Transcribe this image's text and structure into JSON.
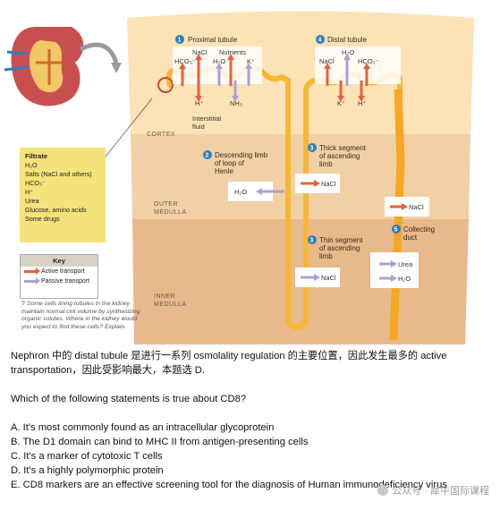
{
  "diagram": {
    "regions": {
      "cortex": "CORTEX",
      "outer": "OUTER\nMEDULLA",
      "inner": "INNER\nMEDULLA"
    },
    "section1": {
      "num": "1",
      "title": "Proximal tubule"
    },
    "section2": {
      "num": "2",
      "title": "Descending limb\nof loop of\nHenle"
    },
    "section3a": {
      "num": "3",
      "title": "Thick segment\nof ascending\nlimb"
    },
    "section3b": {
      "num": "3",
      "title": "Thin segment\nof ascending\nlimb"
    },
    "section4": {
      "num": "4",
      "title": "Distal tubule"
    },
    "section5": {
      "num": "5",
      "title": "Collecting\nduct"
    },
    "proximal_labels": {
      "nacl": "NaCl",
      "nutrients": "Nutrients",
      "hco3": "HCO₃⁻",
      "h2o": "H₂O",
      "k": "K⁺",
      "h": "H⁺",
      "nh3": "NH₃"
    },
    "distal_labels": {
      "h2o": "H₂O",
      "nacl": "NaCl",
      "hco3": "HCO₃⁻",
      "k": "K⁺",
      "h": "H⁺"
    },
    "interstitial": "Interstitial\nfluid",
    "descending_h2o": "H₂O",
    "thick_nacl": "NaCl",
    "thin_nacl": "NaCl",
    "duct_nacl": "NaCl",
    "duct_urea": "Urea",
    "duct_h2o": "H₂O",
    "filtrate": {
      "title": "Filtrate",
      "items": [
        "H₂O",
        "Salts (NaCl and others)",
        "HCO₃⁻",
        "H⁺",
        "Urea",
        "Glucose, amino acids",
        "Some drugs"
      ]
    },
    "key": {
      "title": "Key",
      "active": "Active transport",
      "passive": "Passive transport"
    },
    "caption": "Some cells lining tubules in the kidney maintain normal cell volume by synthesizing organic solutes. Where in the kidney would you expect to find these cells? Explain.",
    "colors": {
      "active": "#e8603c",
      "passive": "#a9a2d6",
      "tubule": "#f7b733",
      "badge": "#2b7fc1"
    }
  },
  "text": {
    "line1": "Nephron 中的 distal tubule 是进行一系列 osmolality regulation 的主要位置，因此发生最多的 active transportation，因此受影响最大，本题选 D.",
    "question": "Which of the following statements is true about CD8?",
    "options": [
      "A. It's most commonly found as an intracellular glycoprotein",
      "B. The D1 domain can bind to MHC II from antigen-presenting cells",
      "C. It's a marker of cytotoxic T cells",
      "D. It's a highly polymorphic protein",
      "E. CD8 markers are an effective screening tool for the diagnosis of Human immunodeficiency virus"
    ]
  },
  "watermark": "公众号 · 犀牛国际课程"
}
